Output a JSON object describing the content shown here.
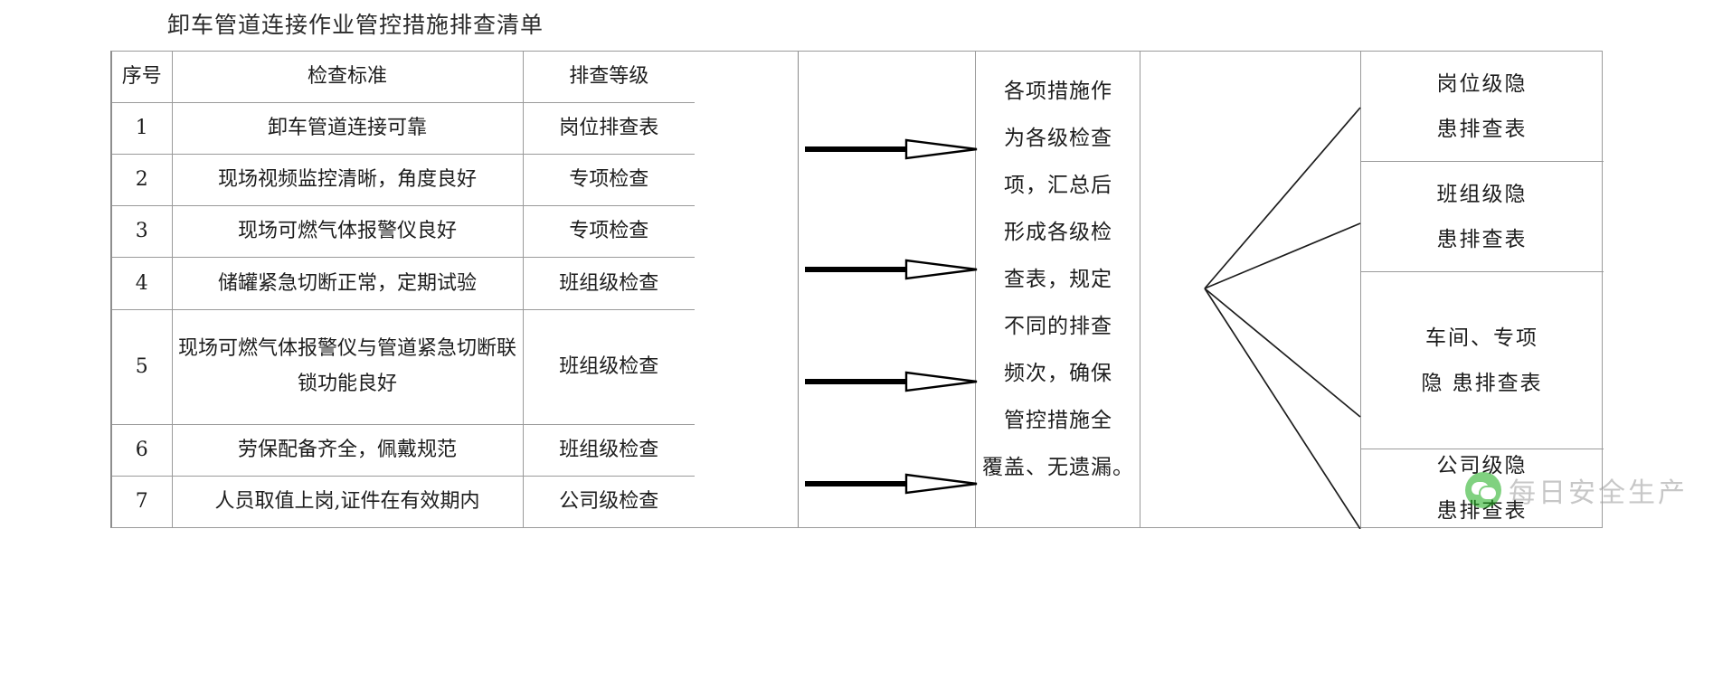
{
  "title": "卸车管道连接作业管控措施排查清单",
  "table": {
    "headers": [
      "序号",
      "检查标准",
      "排查等级"
    ],
    "rows": [
      {
        "no": "1",
        "standard": "卸车管道连接可靠",
        "level": "岗位排查表"
      },
      {
        "no": "2",
        "standard": "现场视频监控清晰，角度良好",
        "level": "专项检查"
      },
      {
        "no": "3",
        "standard": "现场可燃气体报警仪良好",
        "level": "专项检查"
      },
      {
        "no": "4",
        "standard": "储罐紧急切断正常，定期试验",
        "level": "班组级检查"
      },
      {
        "no": "5",
        "standard": "现场可燃气体报警仪与管道紧急切断联锁功能良好",
        "level": "班组级检查"
      },
      {
        "no": "6",
        "standard": "劳保配备齐全，佩戴规范",
        "level": "班组级检查"
      },
      {
        "no": "7",
        "standard": "人员取值上岗,证件在有效期内",
        "level": "公司级检查"
      }
    ]
  },
  "arrows": {
    "count": 4,
    "icon": "arrow-right-hollow-head-icon"
  },
  "center_note": {
    "full_text": "各项措施作为各级检查项，汇总后形成各级检查表，规定不同的排查频次，确保管控措施全覆盖、无遗漏。",
    "lines": [
      "各项措施作",
      "为各级检查",
      "项，汇总后",
      "形成各级检",
      "查表，规定",
      "不同的排查",
      "频次，确保",
      "管控措施全",
      "覆盖、无遗漏。"
    ]
  },
  "output_boxes": [
    {
      "lines": [
        "岗位级隐",
        "患排查表"
      ]
    },
    {
      "lines": [
        "班组级隐",
        "患排查表"
      ]
    },
    {
      "lines": [
        "车间、专项",
        "隐 患排查表"
      ]
    },
    {
      "lines": [
        "公司级隐",
        "患排查表"
      ]
    }
  ],
  "watermark": {
    "logo": "wechat-logo-icon",
    "text": "每日安全生产",
    "accent_color": "#1aad19"
  },
  "colors": {
    "line": "#9a9a9a",
    "text": "#1d1d1d",
    "background": "#ffffff",
    "arrow": "#000000"
  }
}
